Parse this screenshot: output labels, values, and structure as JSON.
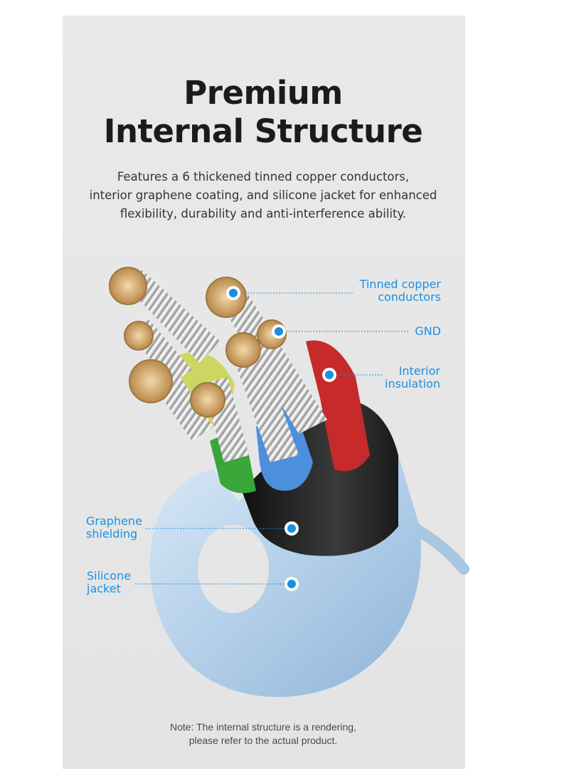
{
  "heading": {
    "line1": "Premium",
    "line2": "Internal Structure"
  },
  "description": {
    "line1": "Features a 6 thickened tinned copper conductors,",
    "line2": "interior graphene coating, and silicone jacket for enhanced",
    "line3": "flexibility, durability and anti-interference ability."
  },
  "callouts": {
    "tinned_copper": {
      "line1": "Tinned copper",
      "line2": "conductors"
    },
    "gnd": {
      "line1": "GND"
    },
    "interior_insulation": {
      "line1": "Interior",
      "line2": "insulation"
    },
    "graphene_shielding": {
      "line1": "Graphene",
      "line2": "shielding"
    },
    "silicone_jacket": {
      "line1": "Silicone",
      "line2": "jacket"
    }
  },
  "note": {
    "line1": "Note: The internal structure is a rendering,",
    "line2": "please refer to the actual product."
  },
  "colors": {
    "callout": "#1a8fe0",
    "panel": "#e7e7e7",
    "jacket": "#b9d3ea",
    "insulation_red": "#c62a2a",
    "insulation_blue": "#3f7fd0",
    "insulation_green": "#3aa63a",
    "copper": "#d9b27a"
  }
}
